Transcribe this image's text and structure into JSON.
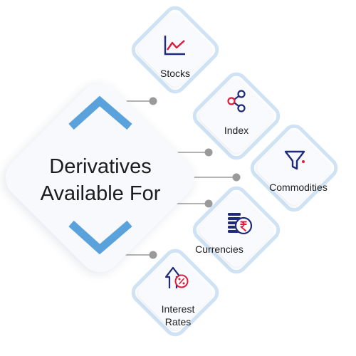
{
  "center": {
    "title_line1": "Derivatives",
    "title_line2": "Available For"
  },
  "nodes": [
    {
      "label": "Stocks",
      "icon": "line-chart-icon"
    },
    {
      "label": "Index",
      "icon": "share-icon"
    },
    {
      "label": "Commodities",
      "icon": "filter-icon"
    },
    {
      "label": "Currencies",
      "icon": "rupee-coins-icon"
    },
    {
      "label": "Interest Rates",
      "icon": "percent-arrow-icon"
    }
  ],
  "colors": {
    "chevron": "#5aa2dc",
    "connector_dot": "#9a9a9a",
    "connector_line": "#9a9a9a",
    "node_border": "#cfe3f5",
    "icon_primary": "#1f2a7a",
    "icon_accent": "#e01b3c"
  }
}
